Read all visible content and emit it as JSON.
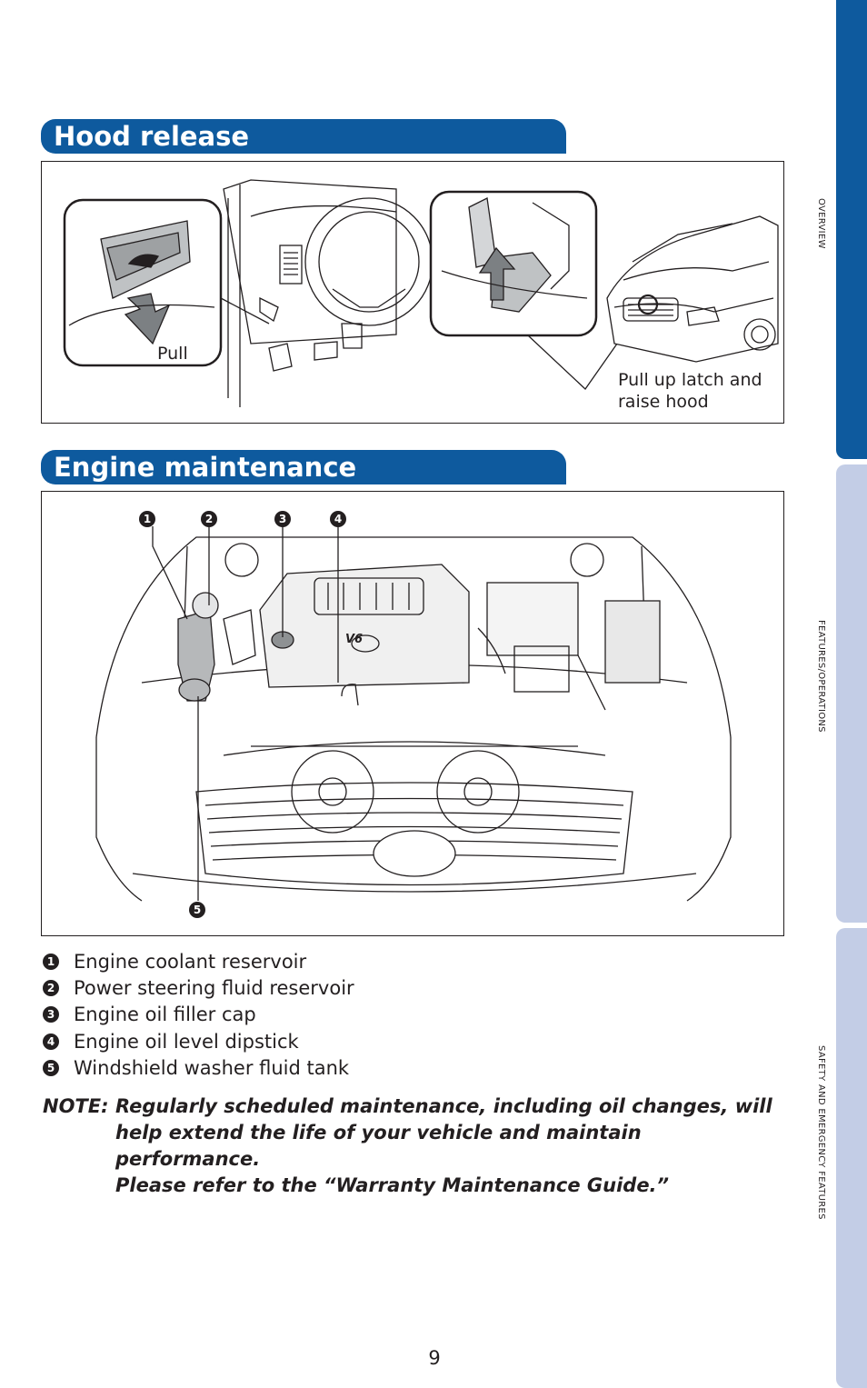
{
  "side_tabs": [
    {
      "label": "OVERVIEW"
    },
    {
      "label": "FEATURES/OPERATIONS"
    },
    {
      "label": "SAFETY AND EMERGENCY FEATURES"
    }
  ],
  "hood_release": {
    "title": "Hood release",
    "pull_label": "Pull",
    "latch_label_line1": "Pull up latch and",
    "latch_label_line2": "raise hood"
  },
  "engine_maintenance": {
    "title": "Engine maintenance",
    "callouts": [
      "1",
      "2",
      "3",
      "4",
      "5"
    ],
    "legend": [
      {
        "num": "1",
        "label": "Engine coolant reservoir"
      },
      {
        "num": "2",
        "label": "Power steering fluid reservoir"
      },
      {
        "num": "3",
        "label": "Engine oil filler cap"
      },
      {
        "num": "4",
        "label": "Engine oil level dipstick"
      },
      {
        "num": "5",
        "label": "Windshield washer fluid tank"
      }
    ],
    "engine_badge": "V6"
  },
  "note": {
    "prefix": "NOTE:",
    "line1": "Regularly scheduled maintenance, including oil changes, will",
    "line2": "help extend the life of your vehicle and maintain performance.",
    "line3": "Please refer to the “Warranty Maintenance Guide.”"
  },
  "page_number": "9",
  "colors": {
    "header_blue": "#0e5a9e",
    "tab_light": "#c3cde6",
    "ink": "#231f20"
  }
}
